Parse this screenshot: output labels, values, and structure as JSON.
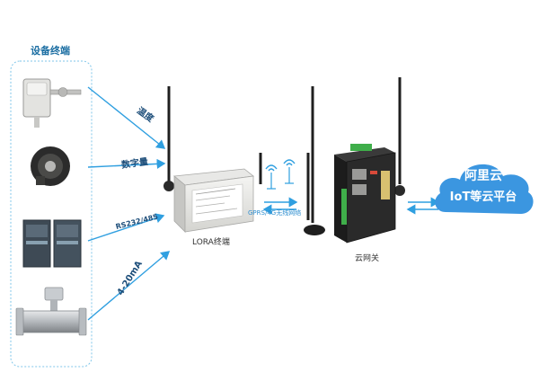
{
  "group_title": "设备终端",
  "signal_tags": {
    "temperature": "温度",
    "digital": "数字量",
    "rs485": "RS232/485",
    "current": "4-20mA"
  },
  "lora_device": {
    "label": "LORA终端"
  },
  "wireless_link": {
    "label": "GPRS/4G无线网络"
  },
  "gateway": {
    "label": "云网关"
  },
  "cloud": {
    "line1": "阿里云",
    "line2": "IoT等云平台"
  },
  "colors": {
    "arrow": "#2f9fe0",
    "cloud": "#3b96e0",
    "group_border": "#7fc6ea",
    "title": "#1d6fa3"
  }
}
